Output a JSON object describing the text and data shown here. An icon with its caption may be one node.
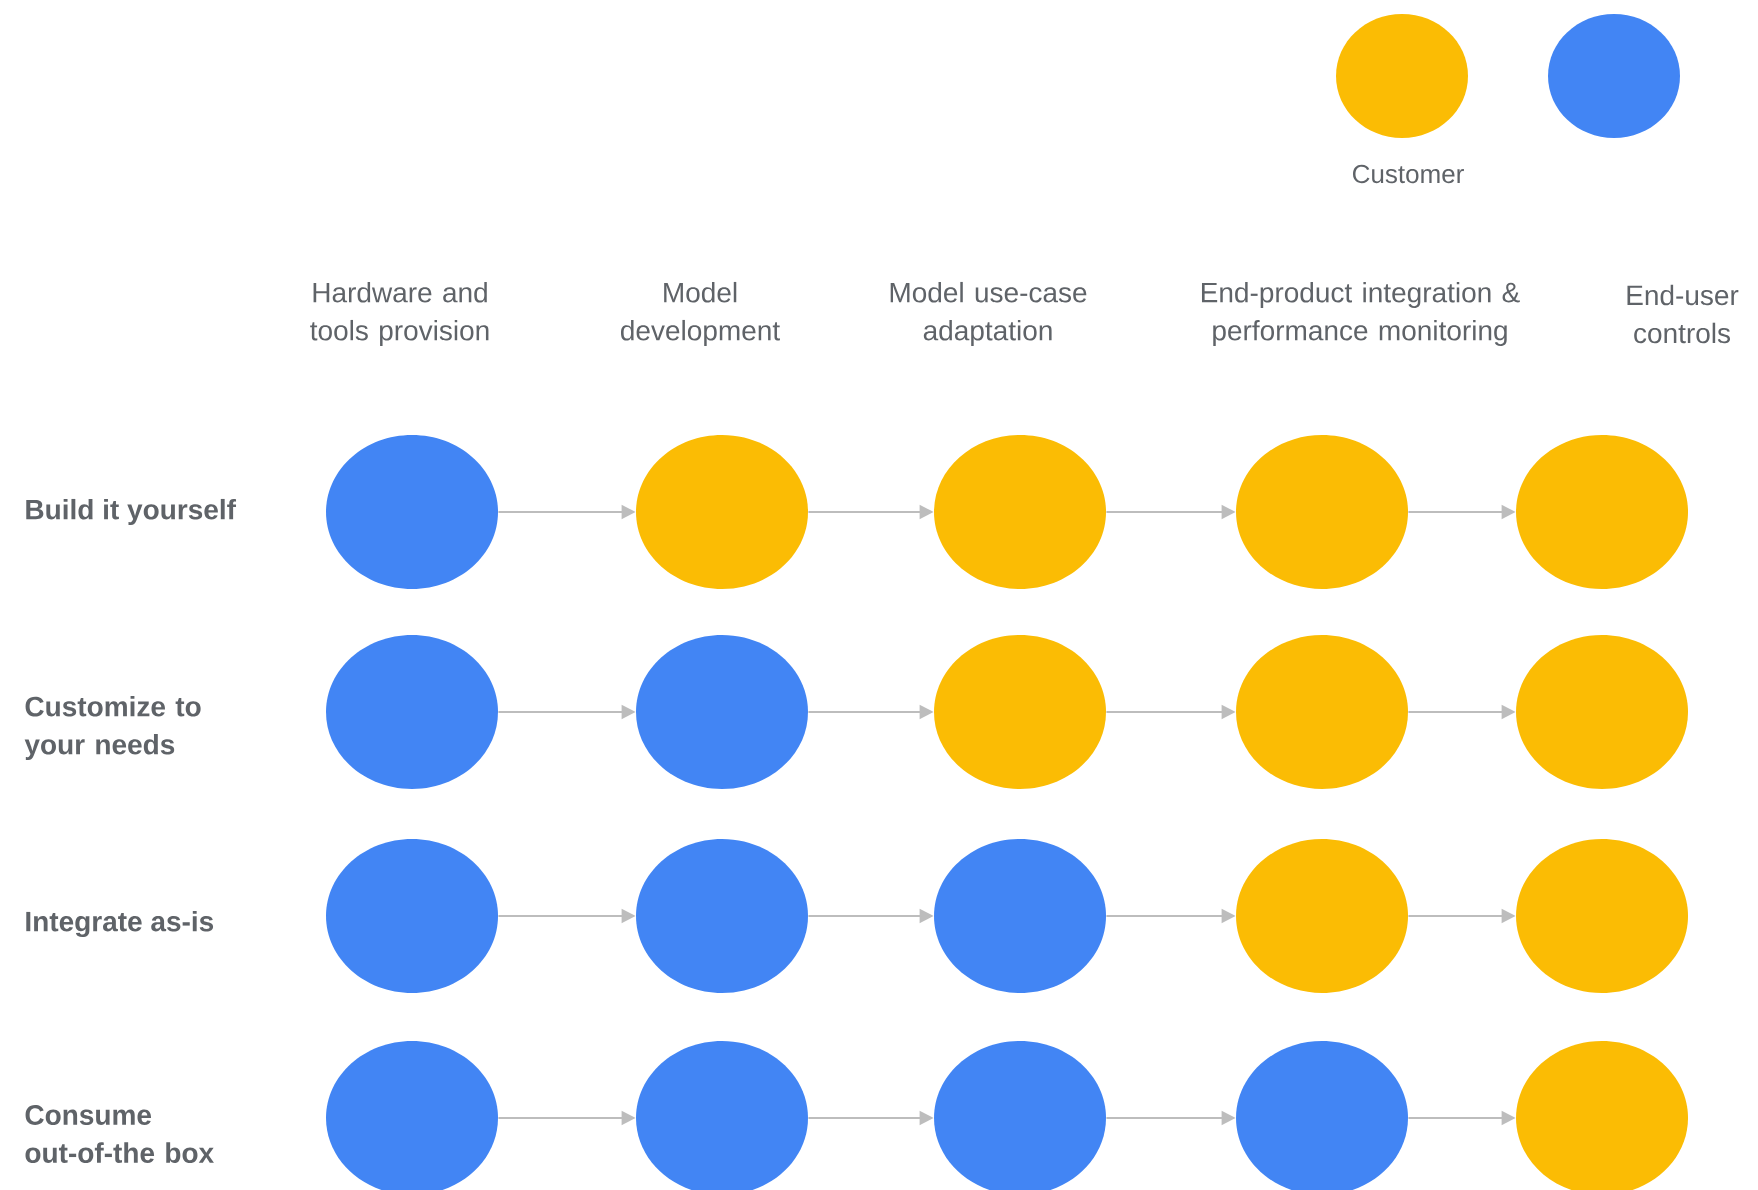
{
  "diagram": {
    "nodes": [
      {
        "text": [],
        "shape": "circle"
      },
      {
        "text": [],
        "shape": "circle"
      },
      {
        "text": [],
        "shape": "circle"
      },
      {
        "text": [],
        "shape": "circle"
      },
      {
        "text": [],
        "shape": "circle"
      },
      {
        "text": [],
        "shape": "circle"
      },
      {
        "text": [],
        "shape": "circle"
      },
      {
        "text": [],
        "shape": "circle"
      },
      {
        "text": [],
        "shape": "circle"
      },
      {
        "text": [],
        "shape": "circle"
      },
      {
        "text": [],
        "shape": "circle"
      },
      {
        "text": [],
        "shape": "circle"
      },
      {
        "text": [],
        "shape": "circle"
      },
      {
        "text": [],
        "shape": "circle"
      },
      {
        "text": [],
        "shape": "circle"
      },
      {
        "text": [],
        "shape": "circle"
      },
      {
        "text": [],
        "shape": "circle"
      },
      {
        "text": [],
        "shape": "circle"
      },
      {
        "text": [],
        "shape": "circle"
      },
      {
        "text": [],
        "shape": "circle"
      }
    ],
    "edges": [
      {
        "from": 0,
        "to": 1,
        "arrow": "to"
      },
      {
        "from": 1,
        "to": 2,
        "arrow": "to"
      },
      {
        "from": 2,
        "to": 3,
        "arrow": "to"
      },
      {
        "from": 3,
        "to": 4,
        "arrow": "to"
      },
      {
        "from": 5,
        "to": 6,
        "arrow": "to"
      },
      {
        "from": 6,
        "to": 7,
        "arrow": "to"
      },
      {
        "from": 7,
        "to": 8,
        "arrow": "to"
      },
      {
        "from": 8,
        "to": 9,
        "arrow": "to"
      },
      {
        "from": 10,
        "to": 11,
        "arrow": "to"
      },
      {
        "from": 11,
        "to": 12,
        "arrow": "to"
      },
      {
        "from": 12,
        "to": 13,
        "arrow": "to"
      },
      {
        "from": 13,
        "to": 14,
        "arrow": "to"
      },
      {
        "from": 15,
        "to": 16,
        "arrow": "to"
      },
      {
        "from": 16,
        "to": 17,
        "arrow": "to"
      },
      {
        "from": 17,
        "to": 18,
        "arrow": "to"
      },
      {
        "from": 18,
        "to": 19,
        "arrow": "to"
      }
    ],
    "labels": [
      "Hardware and tools provision",
      "Model development",
      "Model use-case adaptation",
      "End-product integration & performance monitoring",
      "End-user controls",
      "Build it yourself",
      "Customize to your needs",
      "Integrate as-is",
      "Consume out-of-the box"
    ],
    "legend": [
      {
        "text": "Customer",
        "color": "#fbbc04"
      }
    ]
  }
}
